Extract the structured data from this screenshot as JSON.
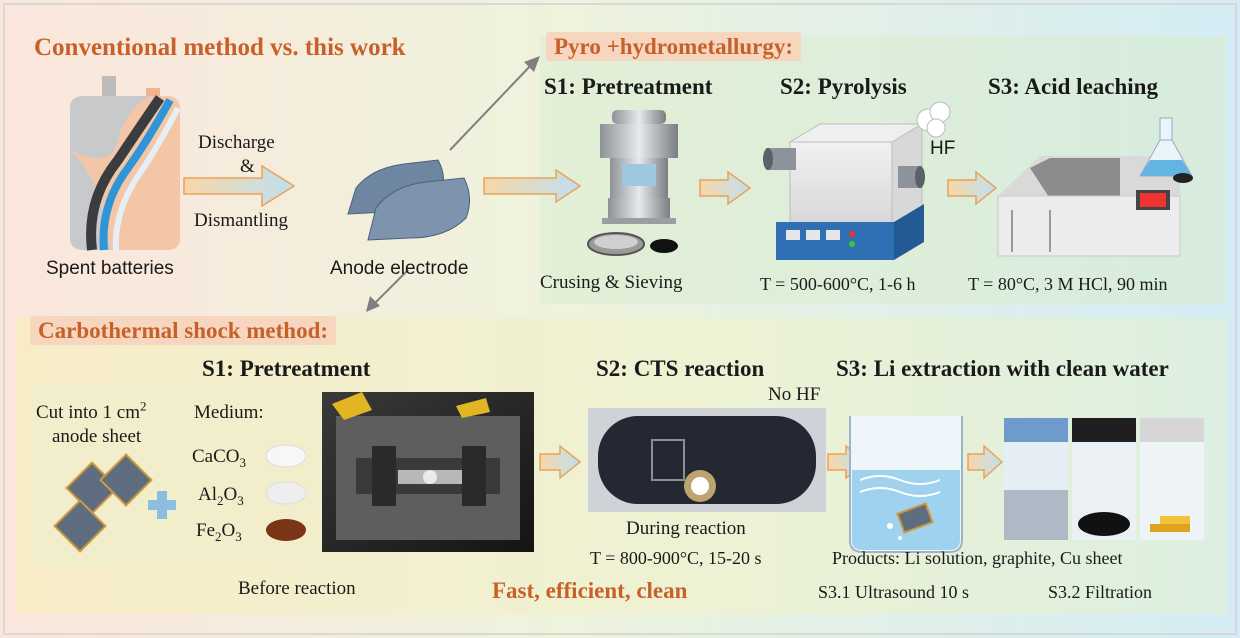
{
  "title": "Conventional method vs. this work",
  "conventional": {
    "input_label": "Spent batteries",
    "arrow_label_1": "Discharge",
    "arrow_label_2": "&",
    "arrow_label_3": "Dismantling",
    "anode_label": "Anode electrode",
    "heading": "Pyro +hydrometallurgy:",
    "s1_title": "S1: Pretreatment",
    "s1_caption": "Crusing & Sieving",
    "s2_title": "S2: Pyrolysis",
    "s2_gas": "HF",
    "s2_caption": "T = 500-600°C, 1-6 h",
    "s3_title": "S3: Acid leaching",
    "s3_caption": "T = 80°C, 3 M HCl, 90 min"
  },
  "cts": {
    "heading": "Carbothermal shock method:",
    "s1_title": "S1: Pretreatment",
    "cut_line1": "Cut into 1 cm",
    "cut_sup": "2",
    "cut_line2": "anode sheet",
    "medium_label": "Medium:",
    "media": [
      {
        "base": "CaCO",
        "sub": "3",
        "color": "#f2f2f2"
      },
      {
        "base": "Al",
        "sub": "2",
        "mid": "O",
        "sub2": "3",
        "color": "#ebebeb"
      },
      {
        "base": "Fe",
        "sub": "2",
        "mid": "O",
        "sub2": "3",
        "color": "#8a3b1c"
      }
    ],
    "before_label": "Before reaction",
    "s2_title": "S2: CTS reaction",
    "no_hf": "No HF",
    "during_label": "During reaction",
    "s2_caption": "T = 800-900°C, 15-20 s",
    "s3_title": "S3: Li extraction with clean water",
    "products": "Products: Li solution, graphite, Cu sheet",
    "s31": "S3.1 Ultrasound 10 s",
    "s32": "S3.2 Filtration",
    "slogan": "Fast, efficient, clean"
  },
  "colors": {
    "accent_orange": "#c8602a",
    "arrow_fill": "#f5d9b5",
    "arrow_stroke": "#e9a25a",
    "panel_green": "#e2efd9",
    "panel_yellow": "#f4efcf",
    "electrode_blue": "#6f86a3"
  }
}
